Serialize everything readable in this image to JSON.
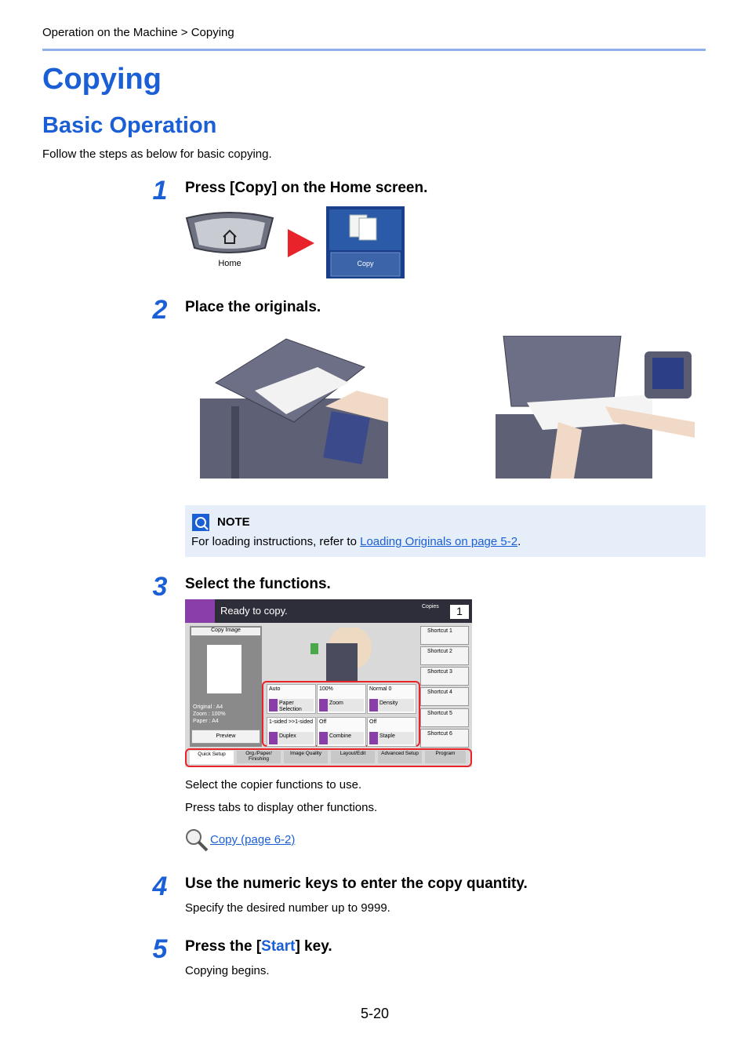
{
  "breadcrumb": "Operation on the Machine > Copying",
  "title": "Copying",
  "section": "Basic Operation",
  "intro": "Follow the steps as below for basic copying.",
  "steps": [
    {
      "num": "1",
      "title": "Press [Copy] on the Home screen."
    },
    {
      "num": "2",
      "title": "Place the originals."
    },
    {
      "num": "3",
      "title": "Select the functions."
    },
    {
      "num": "4",
      "title": "Use the numeric keys to enter the copy quantity."
    },
    {
      "num": "5",
      "title_pre": "Press the [",
      "title_key": "Start",
      "title_post": "] key."
    }
  ],
  "step1_images": {
    "home_label": "Home",
    "copy_label": "Copy"
  },
  "note": {
    "title": "NOTE",
    "text_pre": "For loading instructions, refer to ",
    "link": "Loading Originals on page 5-2",
    "text_post": "."
  },
  "copy_screen": {
    "status": "Ready to copy.",
    "copies_label": "Copies",
    "copies_value": "1",
    "copy_image_label": "Copy Image",
    "info": [
      {
        "k": "Original",
        "v": "A4"
      },
      {
        "k": "Zoom",
        "v": "100%"
      },
      {
        "k": "Paper",
        "v": "A4"
      }
    ],
    "preview_label": "Preview",
    "functions": [
      {
        "value": "Auto",
        "label": "Paper Selection"
      },
      {
        "value": "100%",
        "label": "Zoom"
      },
      {
        "value": "Normal 0",
        "label": "Density"
      },
      {
        "value": "1-sided >>1-sided",
        "label": "Duplex"
      },
      {
        "value": "Off",
        "label": "Combine"
      },
      {
        "value": "Off",
        "label": "Staple"
      }
    ],
    "shortcuts": [
      "Shortcut 1",
      "Shortcut 2",
      "Shortcut 3",
      "Shortcut 4",
      "Shortcut 5",
      "Shortcut 6"
    ],
    "tabs": [
      "Quick Setup",
      "Org./Paper/ Finishing",
      "Image Quality",
      "Layout/Edit",
      "Advanced Setup",
      "Program"
    ]
  },
  "step3_text1": "Select the copier functions to use.",
  "step3_text2": "Press tabs to display other functions.",
  "ref_link": "Copy (page 6-2)",
  "step4_text": "Specify the desired number up to 9999.",
  "step5_text": "Copying begins.",
  "page_number": "5-20",
  "colors": {
    "heading": "#1a5fd6",
    "note_bg": "#e6eefa",
    "arrow": "#e8232a"
  }
}
